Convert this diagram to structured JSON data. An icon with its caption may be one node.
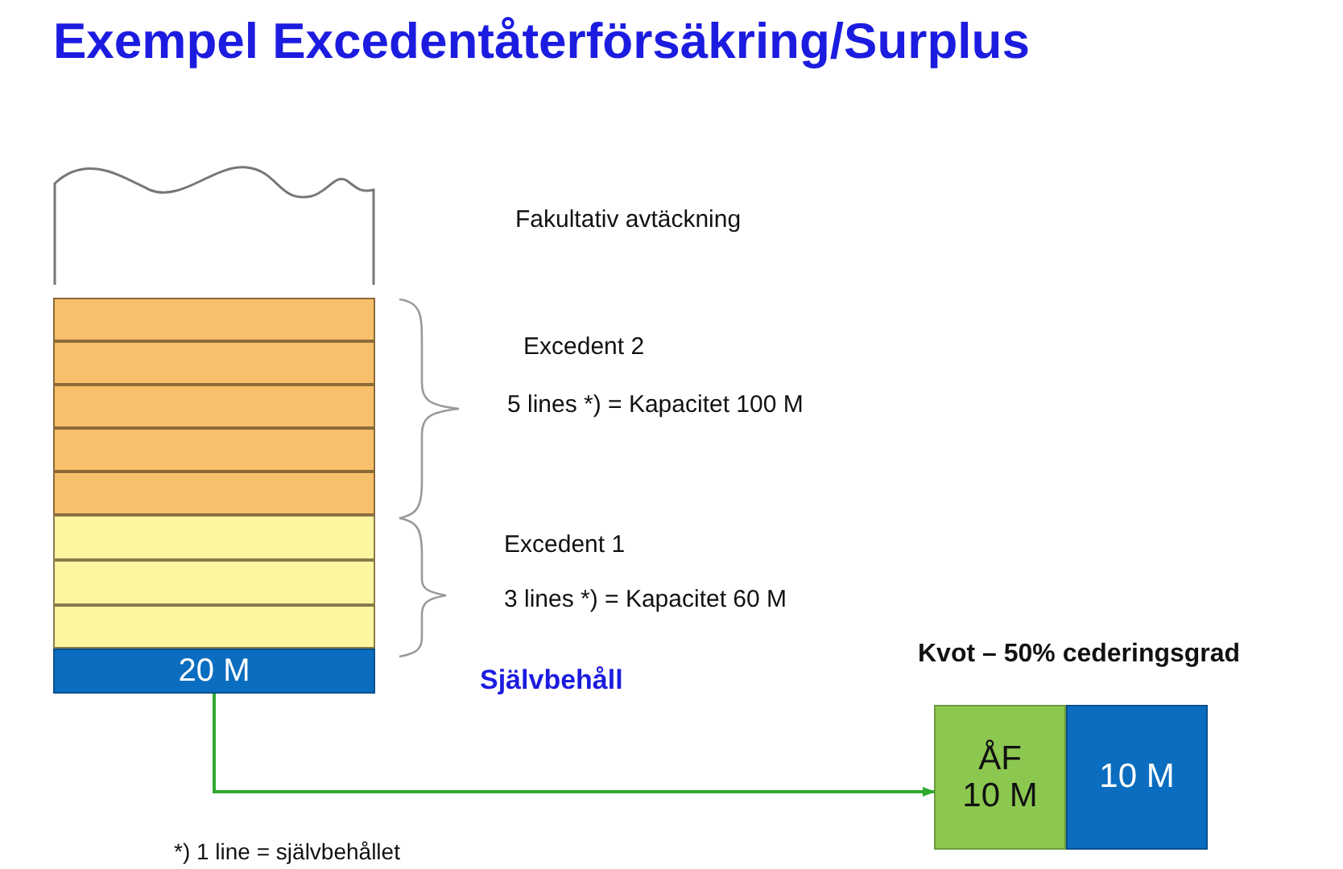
{
  "diagram": {
    "title": "Exempel Excedentåterförsäkring/Surplus",
    "nodes": [
      {
        "text": [],
        "shape": "box"
      },
      {
        "text": [],
        "shape": "bar"
      },
      {
        "text": [],
        "shape": "bar"
      },
      {
        "text": [],
        "shape": "bar"
      },
      {
        "text": [],
        "shape": "bar"
      },
      {
        "text": [],
        "shape": "bar"
      },
      {
        "text": [],
        "shape": "bar"
      },
      {
        "text": [],
        "shape": "bar"
      },
      {
        "text": [],
        "shape": "bar"
      },
      {
        "text": [
          "20 M"
        ]
      },
      {
        "text": [
          "ÅF 10 M"
        ]
      },
      {
        "text": [
          "10 M"
        ]
      }
    ],
    "edges": [
      {
        "from": 9,
        "to": 10,
        "arrow": "to"
      }
    ],
    "labels": [
      "Fakultativ avtäckning",
      "Excedent 2",
      "5 lines *) = Kapacitet 100 M",
      "Excedent 1",
      "3 lines *) = Kapacitet 60 M",
      "Självbehåll",
      "Kvot – 50% cederingsgrad",
      "*) 1 line = självbehållet"
    ]
  }
}
